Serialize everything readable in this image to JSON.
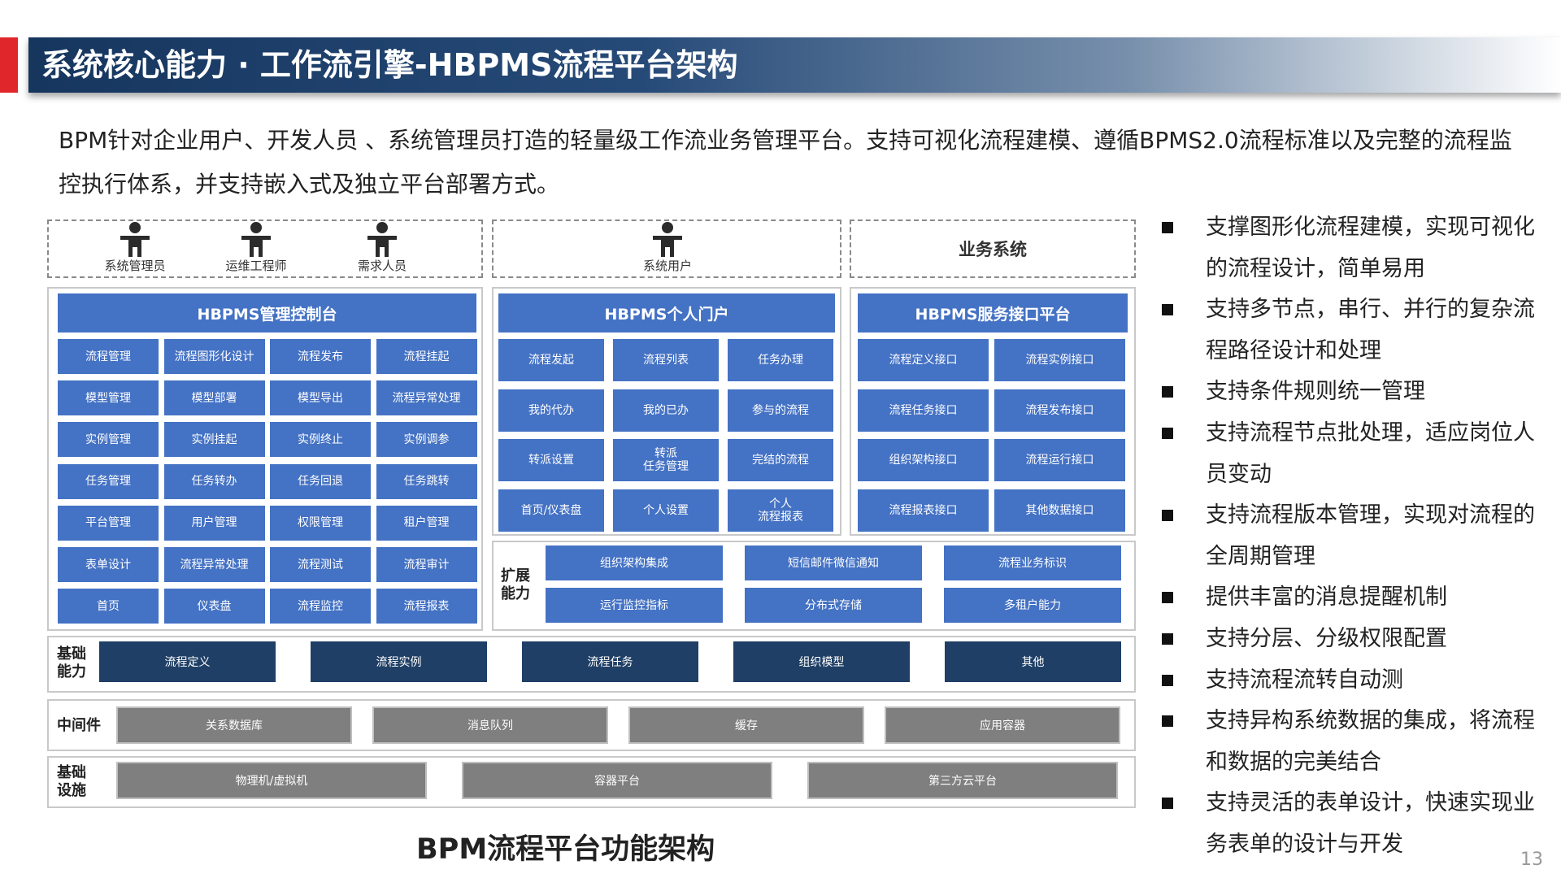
{
  "title": "系统核心能力 · 工作流引擎-HBPMS流程平台架构",
  "intro": "BPM针对企业用户、开发人员 、系统管理员打造的轻量级工作流业务管理平台。支持可视化流程建模、遵循BPMS2.0流程标准以及完整的流程监控执行体系，并支持嵌入式及独立平台部署方式。",
  "roles": {
    "admin": "系统管理员",
    "ops": "运维工程师",
    "req": "需求人员",
    "user": "系统用户",
    "biz": "业务系统"
  },
  "console": {
    "header": "HBPMS管理控制台",
    "cells": [
      "流程管理",
      "流程图形化设计",
      "流程发布",
      "流程挂起",
      "模型管理",
      "模型部署",
      "模型导出",
      "流程异常处理",
      "实例管理",
      "实例挂起",
      "实例终止",
      "实例调参",
      "任务管理",
      "任务转办",
      "任务回退",
      "任务跳转",
      "平台管理",
      "用户管理",
      "权限管理",
      "租户管理",
      "表单设计",
      "流程异常处理",
      "流程测试",
      "流程审计",
      "首页",
      "仪表盘",
      "流程监控",
      "流程报表"
    ]
  },
  "portal": {
    "header": "HBPMS个人门户",
    "cells": [
      "流程发起",
      "流程列表",
      "任务办理",
      "我的代办",
      "我的已办",
      "参与的流程",
      "转派设置",
      "转派\n任务管理",
      "完结的流程",
      "首页/仪表盘",
      "个人设置",
      "个人\n流程报表"
    ]
  },
  "service": {
    "header": "HBPMS服务接口平台",
    "cells": [
      "流程定义接口",
      "流程实例接口",
      "流程任务接口",
      "流程发布接口",
      "组织架构接口",
      "流程运行接口",
      "流程报表接口",
      "其他数据接口"
    ]
  },
  "extension": {
    "label": "扩展\n能力",
    "cells": [
      "组织架构集成",
      "短信邮件微信通知",
      "流程业务标识",
      "运行监控指标",
      "分布式存储",
      "多租户能力"
    ]
  },
  "base": {
    "label": "基础\n能力",
    "cells": [
      "流程定义",
      "流程实例",
      "流程任务",
      "组织模型",
      "其他"
    ]
  },
  "middleware": {
    "label": "中间件",
    "cells": [
      "关系数据库",
      "消息队列",
      "缓存",
      "应用容器"
    ]
  },
  "infra": {
    "label": "基础\n设施",
    "cells": [
      "物理机/虚拟机",
      "容器平台",
      "第三方云平台"
    ]
  },
  "caption": "BPM流程平台功能架构",
  "bullets": [
    "支撑图形化流程建模，实现可视化的流程设计，简单易用",
    "支持多节点，串行、并行的复杂流程路径设计和处理",
    "支持条件规则统一管理",
    "支持流程节点批处理，适应岗位人员变动",
    "支持流程版本管理，实现对流程的全周期管理",
    "提供丰富的消息提醒机制",
    "支持分层、分级权限配置",
    "支持流程流转自动测",
    "支持异构系统数据的集成，将流程和数据的完美结合",
    "支持灵活的表单设计，快速实现业务表单的设计与开发"
  ],
  "page_number": "13",
  "colors": {
    "accent_red": "#e0262b",
    "title_navy": "#16365e",
    "cell_blue": "#4472c4",
    "cell_dark": "#1f3f66",
    "cell_gray": "#7f7f7f"
  }
}
